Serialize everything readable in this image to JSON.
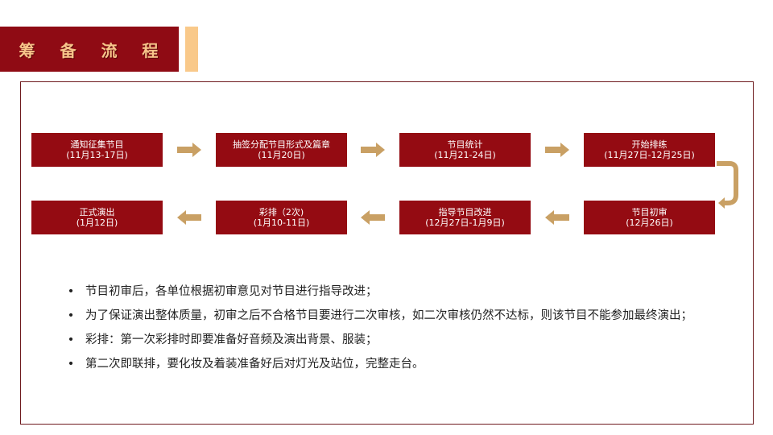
{
  "header": {
    "title": "筹 备 流 程",
    "colors": {
      "bar": "#8f0b14",
      "title_text": "#f7c48a",
      "accent": "#f9c98a"
    }
  },
  "flow": {
    "step_color": "#940b12",
    "arrow_color": "#c9a064",
    "steps": [
      {
        "name": "通知征集节目",
        "date": "(11月13-17日)"
      },
      {
        "name": "抽签分配节目形式及篇章",
        "date": "(11月20日)"
      },
      {
        "name": "节目统计",
        "date": "(11月21-24日)"
      },
      {
        "name": "开始排练",
        "date": "(11月27日-12月25日)"
      },
      {
        "name": "节目初审",
        "date": "(12月26日)"
      },
      {
        "name": "指导节目改进",
        "date": "(12月27日-1月9日)"
      },
      {
        "name": "彩排（2次)",
        "date": "(1月10-11日)"
      },
      {
        "name": "正式演出",
        "date": "(1月12日)"
      }
    ]
  },
  "notes": {
    "bullet_glyph": "•",
    "items": [
      "节目初审后，各单位根据初审意见对节目进行指导改进；",
      "为了保证演出整体质量，初审之后不合格节目要进行二次审核，如二次审核仍然不达标，则该节目不能参加最终演出；",
      "彩排：第一次彩排时即要准备好音频及演出背景、服装；",
      "第二次即联排，要化妆及着装准备好后对灯光及站位，完整走台。"
    ]
  }
}
